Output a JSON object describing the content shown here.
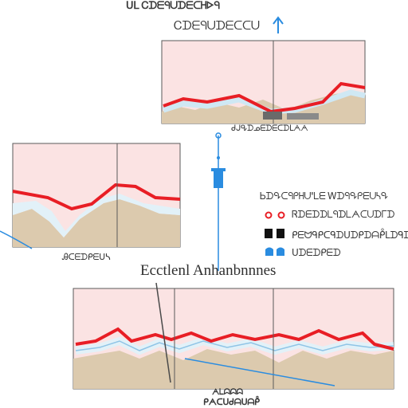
{
  "top_title": "ᑌᒪ Ꮯᗪᗴᑫᑌᗪᗴᑕᕼᐅᑫ",
  "panel_top": {
    "title": "Ꮯᗪᗴᑫᑌᗪᗴᑕᑕᑌ",
    "caption": "ᑯᒍᕴᗪᓄᗴᗪᗴᑕᗪᒪᗅᗅ"
  },
  "panel_left": {
    "caption": "Ꭿᑕᗴᗪᑭᗴᑌᓴ"
  },
  "panel_main": {
    "title": "Ecctlenl Anhanbnnnes"
  },
  "bottom_caption": {
    "line1": "ᗅᒪᗣᗣᗣ",
    "line2": "ᑭᗅᑕᑌᑯᗩᑌᗩᑬ"
  },
  "legend": {
    "title": "Ꮟᗪᕴᑕᑫᑭᕼᑌᐦᒪᗴ Ꮃᗪᑫᕴᑭᗴᑌᓴᕴ",
    "items": [
      {
        "icon": "red-circle-icon",
        "label": "Ꮢᗪᗴᗪᗪᒪᑫᗪᒪᗅᑕᑌᗪᒥᗪ"
      },
      {
        "icon": "black-square-icon",
        "label": "ᑭᗴᗢᑫᑭᑕᑫᗪᑌᗪᑭᗪᗩᑬᒪᗪᑫᗪ"
      },
      {
        "icon": "blue-tooth-icon",
        "label": "ᑌᗪᗴᗪᑭᗴᗪ"
      }
    ]
  },
  "colors": {
    "red": "#e81e25",
    "blue": "#2a8ce0",
    "pink": "#fbe3e3",
    "sand": "#dccaae",
    "ice": "#e2f1f8",
    "frame": "#5a5a5a"
  }
}
